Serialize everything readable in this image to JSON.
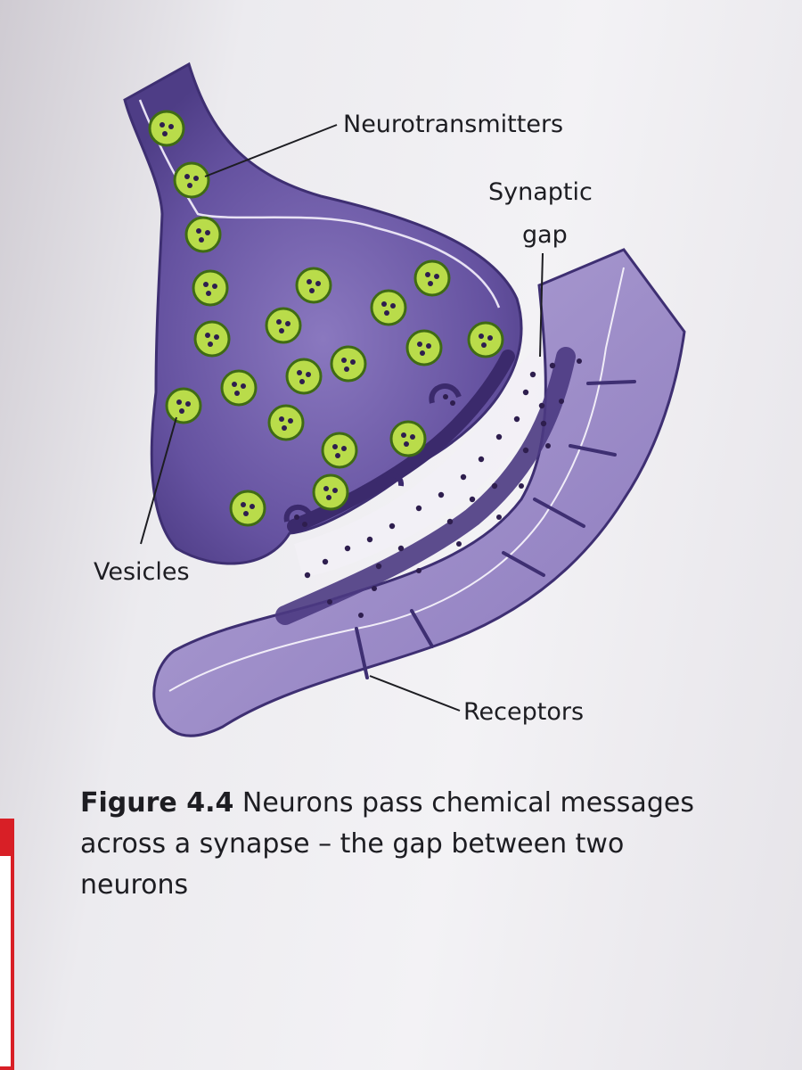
{
  "labels": {
    "neurotransmitters": "Neurotransmitters",
    "synaptic_gap_line1": "Synaptic",
    "synaptic_gap_line2": "gap",
    "vesicles": "Vesicles",
    "receptors": "Receptors"
  },
  "caption": {
    "figure_number": "Figure 4.4",
    "text": " Neurons pass chemical messages across a synapse – the gap between two neurons"
  },
  "colors": {
    "neuron_dark": "#4e3d86",
    "neuron_mid": "#7a64ad",
    "neuron_light": "#a797cc",
    "vesicle_fill": "#b9dc4a",
    "vesicle_ring": "#3f6b14",
    "neurotransmitter": "#2e1e4e",
    "accent_red": "#d81f26"
  }
}
